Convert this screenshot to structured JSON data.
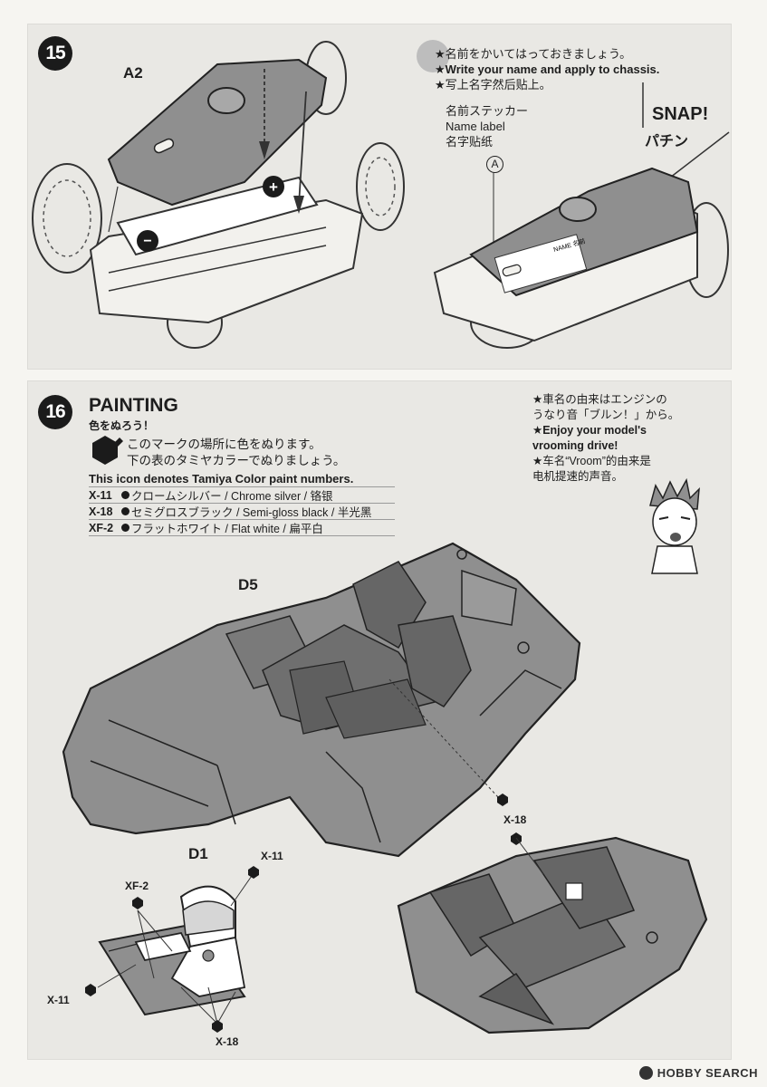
{
  "step15": {
    "number": "15",
    "part_label": "A2",
    "instructions": [
      "★名前をかいてはっておきましょう。",
      "★Write your name and apply to chassis.",
      "★写上名字然后贴上。"
    ],
    "sticker_label": [
      "名前ステッカー",
      "Name label",
      "名字贴纸"
    ],
    "callout_letter": "A",
    "snap_en": "SNAP!",
    "snap_jp": "パチン",
    "name_sticker_text": "NAME 名前",
    "plus": "+",
    "minus": "−"
  },
  "step16": {
    "number": "16",
    "title": "PAINTING",
    "title_jp": "色をぬろう！",
    "icon_note_jp": [
      "このマークの場所に色をぬります。",
      "下の表のタミヤカラーでぬりましょう。"
    ],
    "icon_note_en": "This icon denotes Tamiya Color paint numbers.",
    "paints": [
      {
        "code": "X-11",
        "desc": "クロームシルバー / Chrome silver / 铬银"
      },
      {
        "code": "X-18",
        "desc": "セミグロスブラック / Semi-gloss black / 半光黑"
      },
      {
        "code": "XF-2",
        "desc": "フラットホワイト / Flat white / 扁平白"
      }
    ],
    "tip": [
      "★車名の由来はエンジンの",
      "うなり音「ブルン！」から。",
      "★Enjoy your model's",
      "vrooming drive!",
      "★车名“Vroom”的由来是",
      "电机提速的声音。"
    ],
    "body_label": "D5",
    "driver_label": "D1",
    "callouts": {
      "body_x18": "X-18",
      "driver_x11_top": "X-11",
      "driver_xf2": "XF-2",
      "driver_x11_left": "X-11",
      "driver_x18": "X-18"
    }
  },
  "watermark": "HOBBY SEARCH",
  "colors": {
    "panel": "#e9e8e4",
    "ink": "#1b1b1b",
    "part_fill": "#8f8f8f"
  }
}
